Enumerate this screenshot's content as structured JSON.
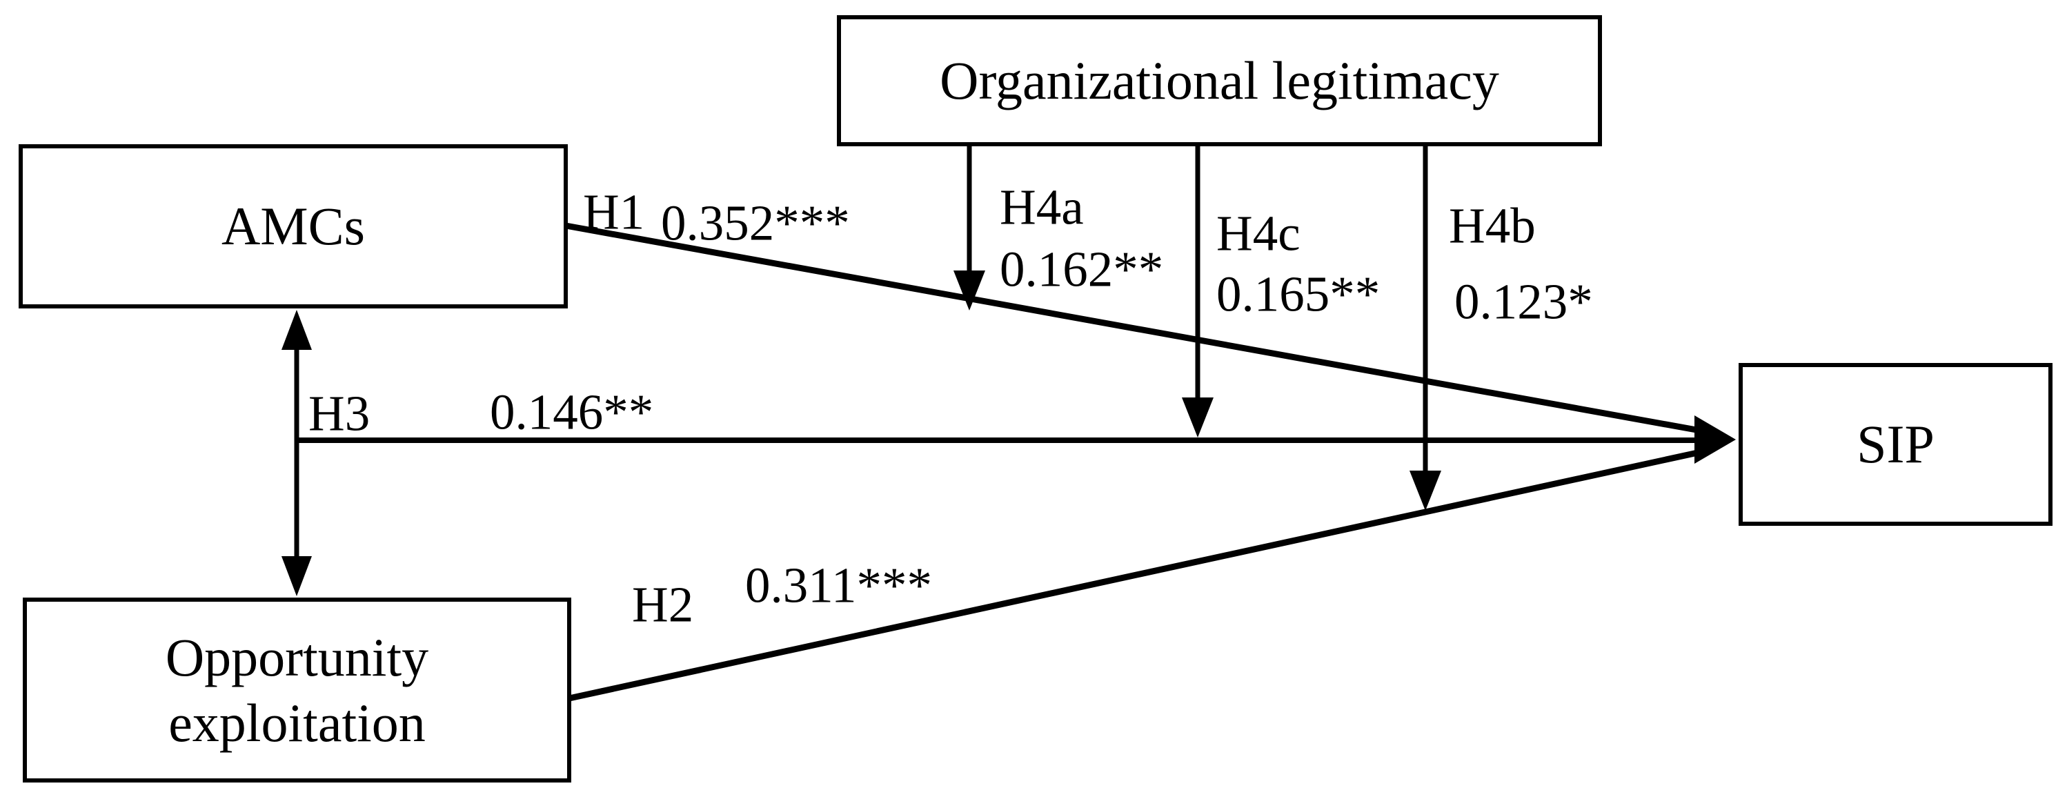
{
  "figure": {
    "background_color": "#ffffff",
    "line_color": "#000000",
    "text_color": "#000000",
    "nodes": {
      "organizational_legitimacy": {
        "label": "Organizational legitimacy"
      },
      "amcs": {
        "label": "AMCs"
      },
      "opportunity_exploitation": {
        "label_lines": [
          "Opportunity",
          "exploitation"
        ]
      },
      "sip": {
        "label": "SIP"
      }
    },
    "paths": {
      "h1": {
        "hypothesis": "H1",
        "coefficient": "0.352***"
      },
      "h2": {
        "hypothesis": "H2",
        "coefficient": "0.311***"
      },
      "h3": {
        "hypothesis": "H3",
        "coefficient": "0.146**"
      },
      "h4a": {
        "hypothesis": "H4a",
        "coefficient": "0.162**"
      },
      "h4b": {
        "hypothesis": "H4b",
        "coefficient": "0.123*"
      },
      "h4c": {
        "hypothesis": "H4c",
        "coefficient": "0.165**"
      }
    }
  }
}
